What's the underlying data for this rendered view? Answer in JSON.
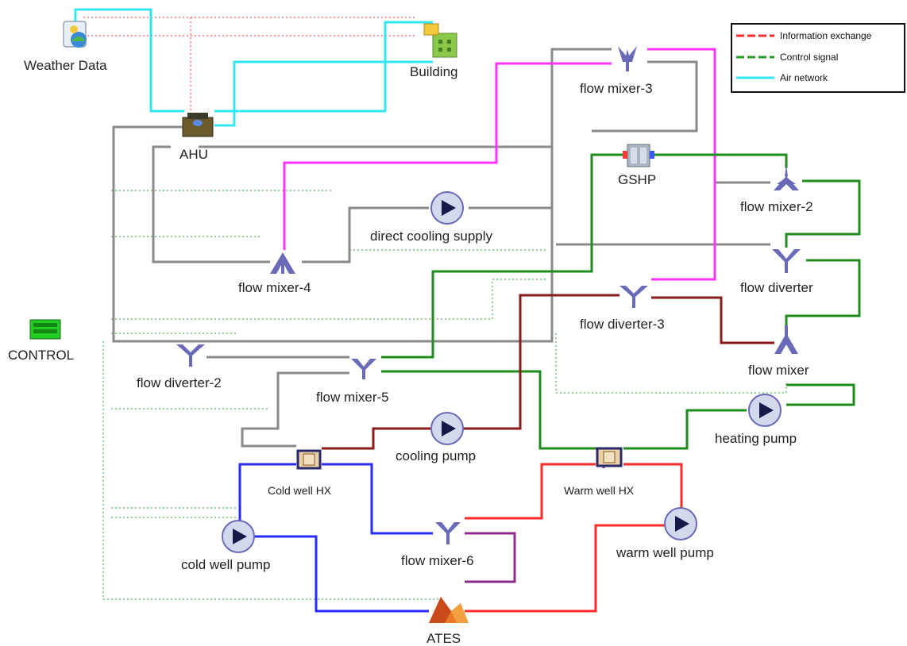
{
  "colors": {
    "gray": "#8a8a8a",
    "magenta": "#ff33ff",
    "green": "#1e8c1e",
    "darkred": "#8b1a1a",
    "red": "#ff2a2a",
    "blue": "#2a2aff",
    "purple": "#8a2a8a",
    "cyan": "#33e6f2",
    "info": "#ff2a2a",
    "control": "#2a9a2a",
    "mixer": "#6a6ab8",
    "pump": "#2a2a88"
  },
  "legend": {
    "info_label": "Information exchange",
    "control_label": "Control signal",
    "air_label": "Air network"
  },
  "components": {
    "weather": "Weather Data",
    "building": "Building",
    "ahu": "AHU",
    "gshp": "GSHP",
    "control": "CONTROL",
    "flow_mixer_3": "flow mixer-3",
    "flow_mixer_2": "flow mixer-2",
    "flow_mixer_4": "flow mixer-4",
    "flow_mixer_5": "flow mixer-5",
    "flow_mixer_6": "flow mixer-6",
    "flow_mixer": "flow mixer",
    "flow_diverter": "flow diverter",
    "flow_diverter_2": "flow diverter-2",
    "flow_diverter_3": "flow diverter-3",
    "direct_cooling": "direct cooling supply",
    "cooling_pump": "cooling pump",
    "heating_pump": "heating pump",
    "cold_well_hx": "Cold well HX",
    "warm_well_hx": "Warm well HX",
    "cold_well_pump": "cold well pump",
    "warm_well_pump": "warm well pump",
    "ates": "ATES"
  }
}
